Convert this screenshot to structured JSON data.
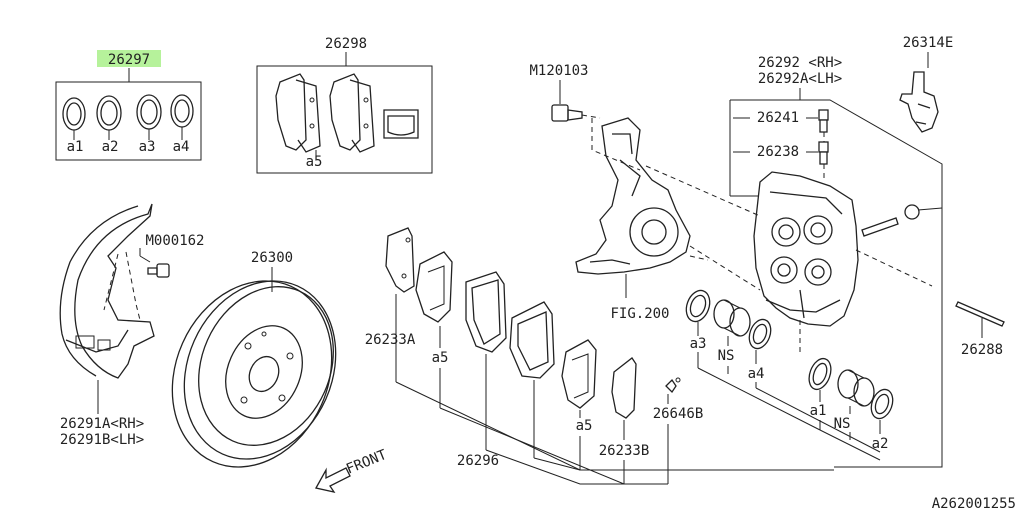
{
  "labels": {
    "p26297": "26297",
    "p26298": "26298",
    "a1": "a1",
    "a2": "a2",
    "a3": "a3",
    "a4": "a4",
    "a5_box": "a5",
    "m120103": "M120103",
    "p26292": "26292 <RH>",
    "p26292a": "26292A<LH>",
    "p26314e": "26314E",
    "p26241": "26241",
    "p26238": "26238",
    "m000162": "M000162",
    "p26300": "26300",
    "p26233a": "26233A",
    "a5_left": "a5",
    "fig200": "FIG.200",
    "a3_lower": "a3",
    "ns_left": "NS",
    "a4_lower": "a4",
    "p26288": "26288",
    "a1_lower": "a1",
    "ns_right": "NS",
    "a2_lower": "a2",
    "a5_lower": "a5",
    "p26646b": "26646B",
    "p26233b": "26233B",
    "p26296": "26296",
    "p26291a": "26291A<RH>",
    "p26291b": "26291B<LH>",
    "front": "FRONT",
    "catalog": "A262001255"
  },
  "highlight_color": "#b6f29b"
}
